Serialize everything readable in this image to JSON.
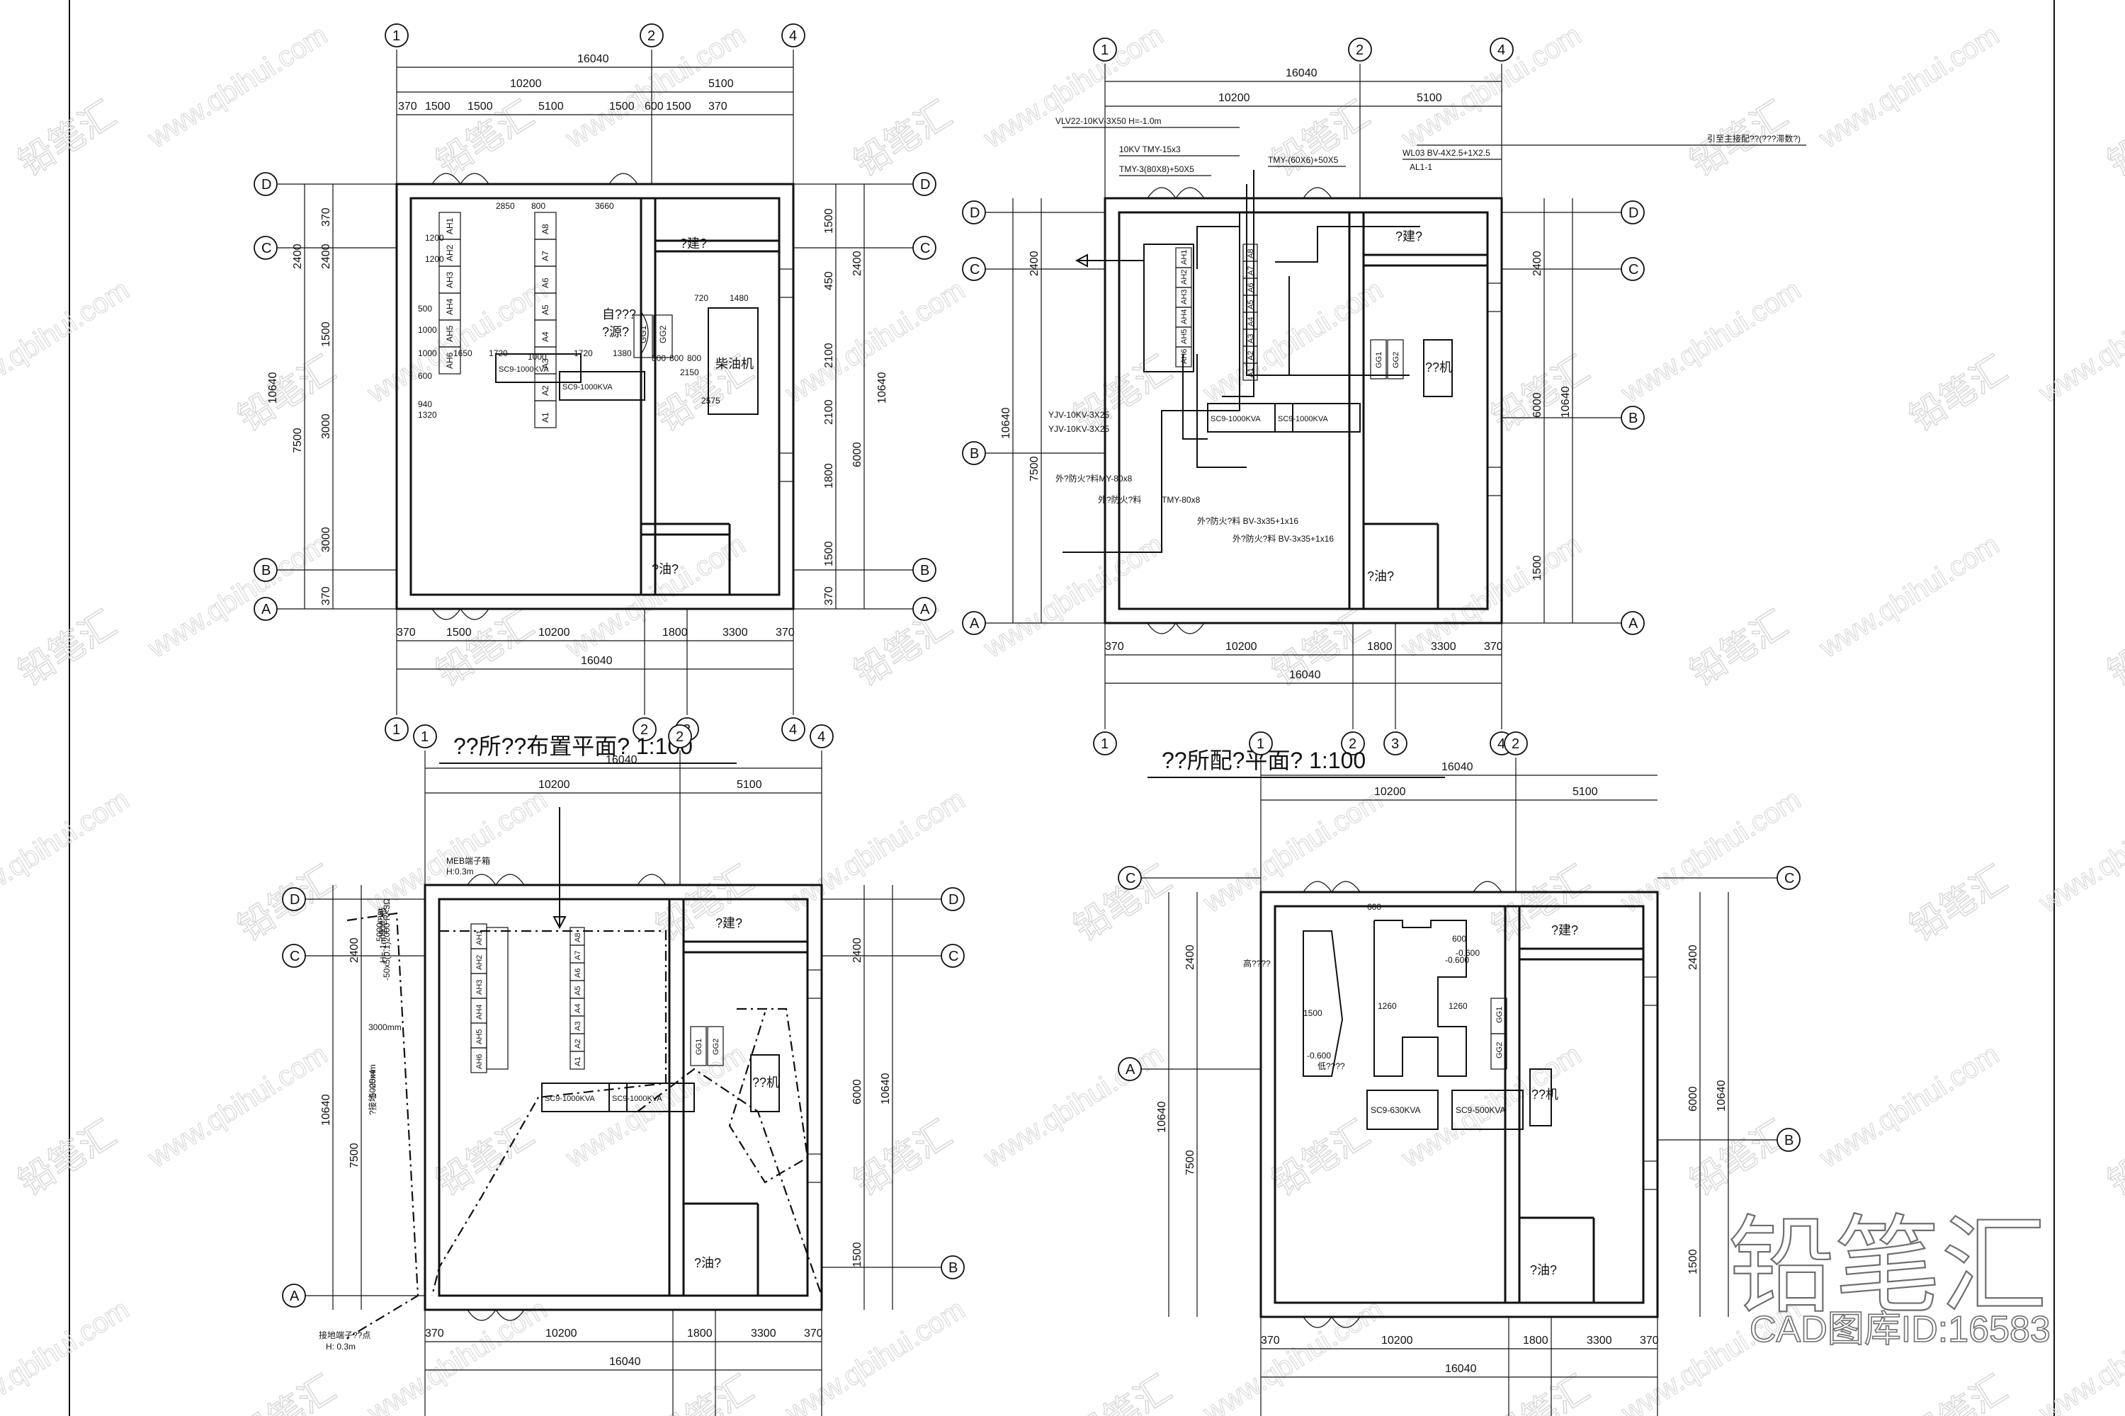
{
  "drawings": {
    "layout": {
      "title": "??所??布置平面?  1:100",
      "axes_top": [
        "1",
        "2",
        "4"
      ],
      "axes_bottom": [
        "1",
        "2",
        "3",
        "4"
      ],
      "axes_side": [
        "D",
        "C",
        "B",
        "A"
      ],
      "dims_top": [
        "16040",
        "10200",
        "5100",
        "370",
        "1500",
        "1500",
        "5100",
        "1500",
        "600",
        "1500",
        "370"
      ],
      "dims_bottom": [
        "370",
        "1500",
        "10200",
        "1800",
        "3300",
        "370",
        "16040"
      ],
      "dims_left": [
        "370",
        "2400",
        "2400",
        "1500",
        "3000",
        "3000",
        "7500",
        "10640",
        "370"
      ],
      "dims_right": [
        "1500",
        "450",
        "2400",
        "2100",
        "2100",
        "1800",
        "6000",
        "10640",
        "1500",
        "370"
      ],
      "inner_dims": [
        "2850",
        "800",
        "3660",
        "1720",
        "1000",
        "1720",
        "1380",
        "1000",
        "1650",
        "600",
        "720",
        "1480",
        "2150",
        "2575",
        "1320",
        "940",
        "800",
        "800",
        "800",
        "1200",
        "1200",
        "500",
        "1000"
      ],
      "panels_left": [
        "AH1",
        "AH2",
        "AH3",
        "AH4",
        "AH5",
        "AH6"
      ],
      "panels_right": [
        "A8",
        "A7",
        "A6",
        "A5",
        "A4",
        "A3",
        "A2",
        "A1"
      ],
      "gg": [
        "GG1",
        "GG2"
      ],
      "transformers": [
        "SC9-1000KVA",
        "SC9-1000KVA"
      ],
      "rooms": [
        "?建?",
        "?油?",
        "柴油机",
        "自???",
        "?源?"
      ]
    },
    "wiring": {
      "title": "??所配?平面?  1:100",
      "axes_top": [
        "1",
        "2",
        "4"
      ],
      "axes_bottom": [
        "1",
        "2",
        "3",
        "4"
      ],
      "axes_side": [
        "D",
        "C",
        "B",
        "A"
      ],
      "dims_top": [
        "16040",
        "10200",
        "5100"
      ],
      "dims_bottom": [
        "370",
        "10200",
        "1800",
        "3300",
        "370",
        "16040"
      ],
      "dims_left": [
        "2400",
        "7500",
        "10640"
      ],
      "dims_right": [
        "2400",
        "6000",
        "10640",
        "1500"
      ],
      "cables": [
        "VLV22-10KV-3X50  H=-1.0m",
        "10KV  TMY-15x3",
        "TMY-3(80X8)+50X5",
        "TMY-(60X6)+50X5",
        "WL03  BV-4X2.5+1X2.5",
        "AL1-1",
        "引至主接配??(???滞数?)",
        "YJV-10KV-3X25",
        "YJV-10KV-3X25",
        "外?防火?料MY-80x8",
        "外?防火?料",
        "TMY-80x8",
        "外?防火?料  BV-3x35+1x16",
        "外?防火?料  BV-3x35+1x16"
      ],
      "panels_left": [
        "AH1",
        "AH2",
        "AH3",
        "AH4",
        "AH5",
        "AH6"
      ],
      "panels_right": [
        "A8",
        "A7",
        "A6",
        "A5",
        "A4",
        "A3",
        "A2",
        "A1"
      ],
      "gg": [
        "GG1",
        "GG2"
      ],
      "transformers": [
        "SC9-1000KVA",
        "SC9-1000KVA"
      ],
      "rooms": [
        "?建?",
        "?油?",
        "??机"
      ]
    },
    "grounding": {
      "title": "??所接地平面?  1:100",
      "axes_top": [
        "1",
        "2",
        "4"
      ],
      "axes_bottom": [
        "1",
        "2",
        "3",
        "4"
      ],
      "axes_side": [
        "D",
        "C",
        "A"
      ],
      "axes_right": [
        "D",
        "C",
        "B"
      ],
      "dims_top": [
        "16040",
        "10200",
        "5100"
      ],
      "dims_bottom": [
        "370",
        "10200",
        "1800",
        "3300",
        "370",
        "16040"
      ],
      "dims_left": [
        "2400",
        "7500",
        "10640"
      ],
      "dims_right": [
        "2400",
        "6000",
        "10640",
        "1500"
      ],
      "notes": [
        "MEB端子箱",
        "H:0.3m",
        "5000mm",
        "H=-1m埋地?板",
        "-50x5(0.1)2000 R<3Ω",
        "3000mm",
        "5000mm",
        "?接地 -25x4",
        "接地端子??点",
        "H: 0.3m"
      ],
      "panels_left": [
        "AH1",
        "AH2",
        "AH3",
        "AH4",
        "AH5",
        "AH6"
      ],
      "panels_right": [
        "A8",
        "A7",
        "A6",
        "A5",
        "A4",
        "A3",
        "A2",
        "A1"
      ],
      "gg": [
        "GG1",
        "GG2"
      ],
      "transformers": [
        "SC9-1000KVA",
        "SC9-1000KVA"
      ],
      "rooms": [
        "?建?",
        "?油?",
        "??机"
      ]
    },
    "trench": {
      "title": "??所???平面?  1:100",
      "axes_top": [
        "1",
        "2"
      ],
      "axes_bottom": [
        "1",
        "2",
        "3",
        "4"
      ],
      "axes_side": [
        "C",
        "A"
      ],
      "axes_right": [
        "C",
        "B"
      ],
      "dims_top": [
        "16040",
        "10200",
        "5100"
      ],
      "dims_bottom": [
        "370",
        "10200",
        "1800",
        "3300",
        "370",
        "16040"
      ],
      "dims_left": [
        "2400",
        "7500",
        "10640"
      ],
      "dims_right": [
        "2400",
        "6000",
        "10640",
        "1500"
      ],
      "notes": [
        "高????",
        "1500",
        "-0.600",
        "600",
        "600",
        "-0.600",
        "1260",
        "1260",
        "低????",
        "-0.600"
      ],
      "gg": [
        "GG1",
        "GG2"
      ],
      "transformers": [
        "SC9-630KVA",
        "SC9-500KVA"
      ],
      "rooms": [
        "?建?",
        "?油?",
        "??机"
      ]
    }
  },
  "branding": {
    "logo": "铅笔汇",
    "cad_id": "CAD图库ID:16583",
    "watermark_cn": "铅笔汇",
    "watermark_url": "www.qbihui.com"
  }
}
